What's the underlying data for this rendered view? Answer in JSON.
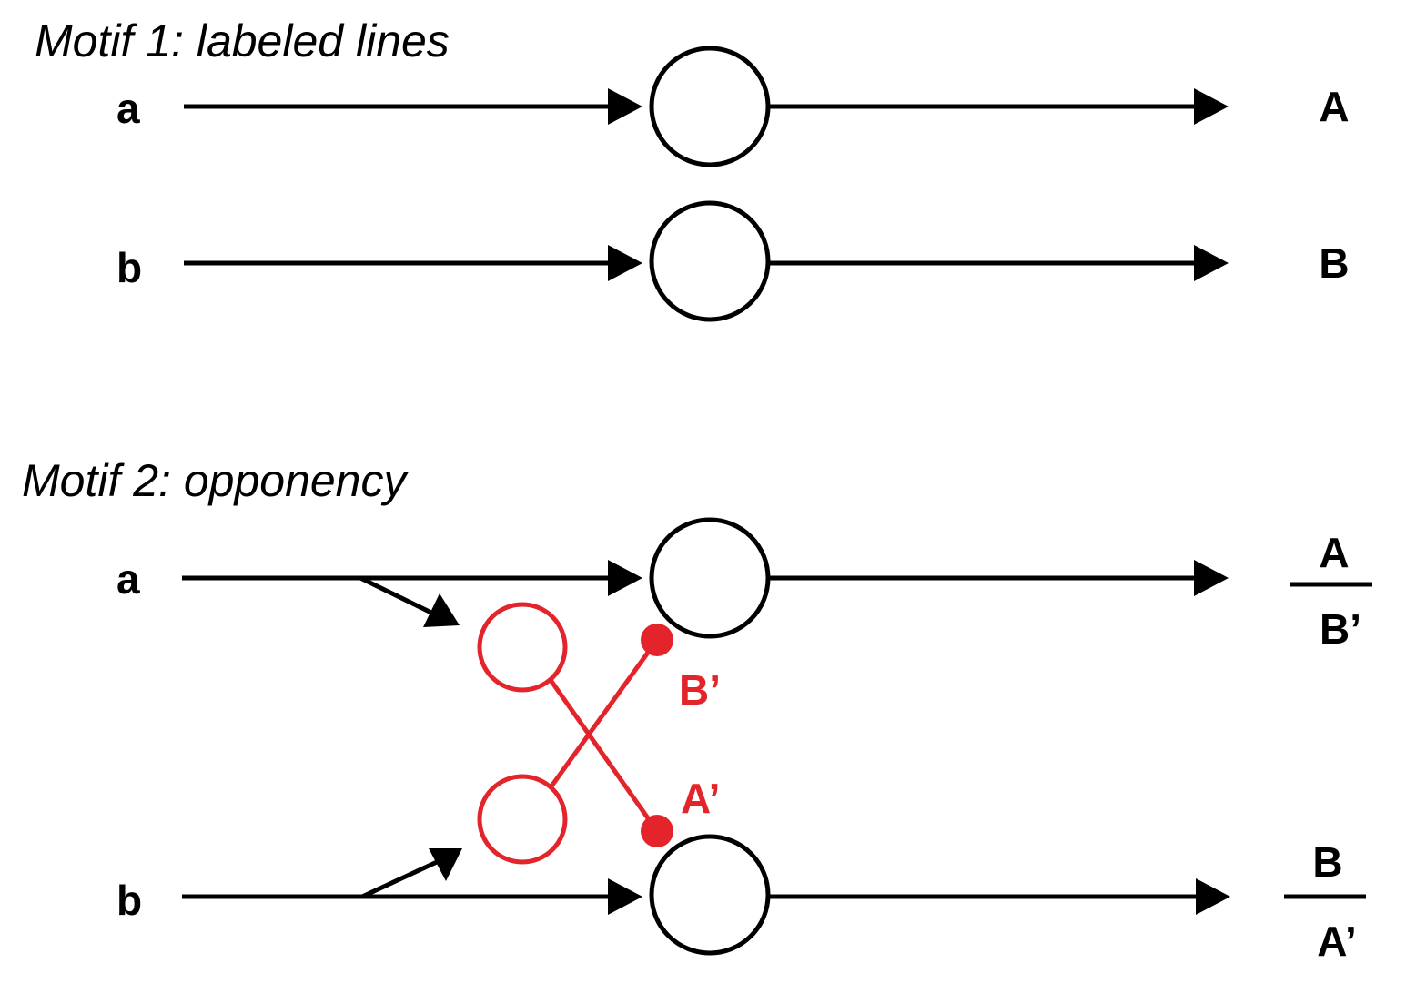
{
  "motif1": {
    "title": "Motif 1:  labeled lines",
    "inputs": [
      "a",
      "b"
    ],
    "outputs": [
      "A",
      "B"
    ]
  },
  "motif2": {
    "title": "Motif 2:  opponency",
    "inputs": [
      "a",
      "b"
    ],
    "interneuron_labels": [
      "B’",
      "A’"
    ],
    "outputs": [
      {
        "numerator": "A",
        "denominator": "B’"
      },
      {
        "numerator": "B",
        "denominator": "A’"
      }
    ]
  },
  "colors": {
    "excitatory": "#000000",
    "inhibitory": "#e3242b"
  }
}
